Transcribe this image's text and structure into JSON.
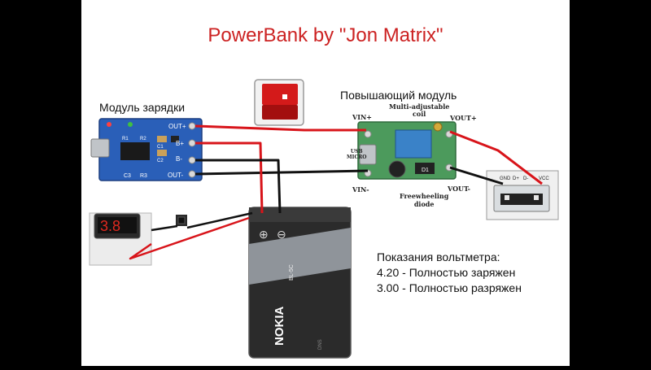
{
  "title": "PowerBank by \"Jon Matrix\"",
  "charge_module": {
    "label": "Модуль зарядки",
    "pins": [
      "OUT+",
      "B+",
      "B-",
      "OUT-"
    ],
    "parts": [
      "C3",
      "R3",
      "C1",
      "C2",
      "R1",
      "R2"
    ]
  },
  "boost_module": {
    "label": "Повышающий модуль",
    "vin_plus": "VIN+",
    "vin_minus": "VIN-",
    "vout_plus": "VOUT+",
    "vout_minus": "VOUT-",
    "usb_micro": "USB\nMICRO",
    "coil": "Multi-adjustable\ncoil",
    "diode": "Freewheeling\ndiode",
    "chip": "D1"
  },
  "battery": {
    "brand": "NOKIA",
    "model": "BL-5C"
  },
  "usb_port": {
    "pins": [
      "GND",
      "D+",
      "D-",
      "VCC"
    ]
  },
  "voltmeter": {
    "digits": "3.8"
  },
  "readings": {
    "heading": "Показания вольтметра:",
    "full": "4.20 - Полностью заряжен",
    "empty": "3.00 - Полностью разряжен"
  },
  "colors": {
    "wire_red": "#d8141a",
    "wire_black": "#111111",
    "title_red": "#cc2222",
    "pcb_blue": "#2a5fb8",
    "pcb_green": "#4c9a5c"
  }
}
